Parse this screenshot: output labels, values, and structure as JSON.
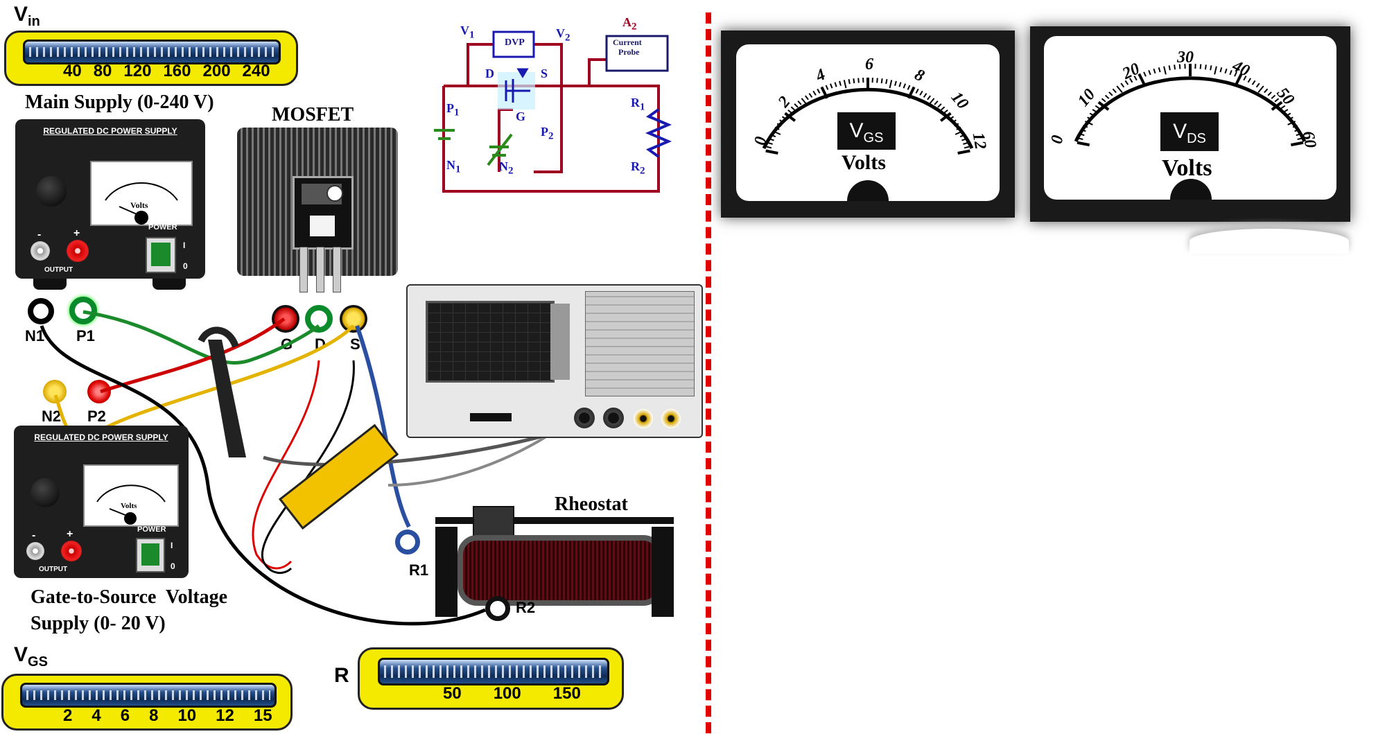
{
  "vin_panel": {
    "label_main": "V",
    "label_sub": "in",
    "scale": [
      "40",
      "80",
      "120",
      "160",
      "200",
      "240"
    ]
  },
  "main_supply": {
    "title": "Main Supply (0-240 V)",
    "header": "REGULATED DC POWER SUPPLY",
    "meter_label": "Volts",
    "minus": "-",
    "plus": "+",
    "output": "OUTPUT",
    "power": "POWER",
    "on": "I",
    "off": "0"
  },
  "mosfet": {
    "title": "MOSFET",
    "pins": [
      "G",
      "D",
      "S"
    ]
  },
  "terminals_top": {
    "n1": "N1",
    "p1": "P1"
  },
  "terminals_mid": {
    "n2": "N2",
    "p2": "P2"
  },
  "gs_supply": {
    "title_line1": "Gate-to-Source  Voltage",
    "title_line2": "Supply (0- 20 V)",
    "header": "REGULATED DC POWER SUPPLY",
    "meter_label": "Volts",
    "minus": "-",
    "plus": "+",
    "output": "OUTPUT",
    "power": "POWER",
    "on": "I",
    "off": "0"
  },
  "vgs_panel": {
    "label_main": "V",
    "label_sub": "GS",
    "scale": [
      "2",
      "4",
      "6",
      "8",
      "10",
      "12",
      "15"
    ]
  },
  "r_panel": {
    "label": "R",
    "scale": [
      "50",
      "100",
      "150"
    ]
  },
  "rheostat": {
    "title": "Rheostat",
    "r1": "R1",
    "r2": "R2"
  },
  "circuit": {
    "v1": "V",
    "v1_sub": "1",
    "v2": "V",
    "v2_sub": "2",
    "dvp": "DVP",
    "a2": "A",
    "a2_sub": "2",
    "probe_line1": "Current",
    "probe_line2": "Probe",
    "d": "D",
    "s": "S",
    "g": "G",
    "p1": "P",
    "p1_sub": "1",
    "n1": "N",
    "n1_sub": "1",
    "p2": "P",
    "p2_sub": "2",
    "n2": "N",
    "n2_sub": "2",
    "r1": "R",
    "r1_sub": "1",
    "r2": "R",
    "r2_sub": "2"
  },
  "vgs_meter": {
    "scale": [
      "0",
      "2",
      "4",
      "6",
      "8",
      "10",
      "12"
    ],
    "cap_main": "V",
    "cap_sub": "GS",
    "unit": "Volts"
  },
  "vds_meter": {
    "scale": [
      "0",
      "10",
      "20",
      "30",
      "40",
      "50",
      "60"
    ],
    "cap_main": "V",
    "cap_sub": "DS",
    "unit": "Volts"
  },
  "colors": {
    "panel_yellow": "#f4ea00",
    "divider_red": "#e00000",
    "circuit_wire": "#a00020",
    "circuit_label": "#1a1ab0"
  }
}
